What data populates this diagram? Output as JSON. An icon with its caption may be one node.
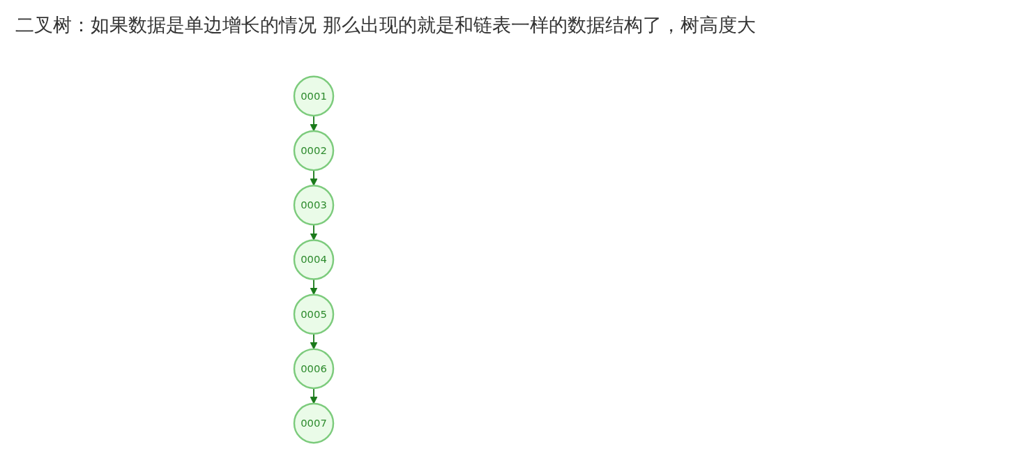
{
  "diagram": {
    "title": "二叉树：如果数据是单边增长的情况 那么出现的就是和链表一样的数据结构了，树高度大",
    "nodes": [
      {
        "text": [
          "0001"
        ]
      },
      {
        "text": [
          "0002"
        ]
      },
      {
        "text": [
          "0003"
        ]
      },
      {
        "text": [
          "0004"
        ]
      },
      {
        "text": [
          "0005"
        ]
      },
      {
        "text": [
          "0006"
        ]
      },
      {
        "text": [
          "0007"
        ]
      }
    ],
    "edges": [
      {
        "from": 0,
        "to": 1,
        "arrow": "to"
      },
      {
        "from": 1,
        "to": 2,
        "arrow": "to"
      },
      {
        "from": 2,
        "to": 3,
        "arrow": "to"
      },
      {
        "from": 3,
        "to": 4,
        "arrow": "to"
      },
      {
        "from": 4,
        "to": 5,
        "arrow": "to"
      },
      {
        "from": 5,
        "to": 6,
        "arrow": "to"
      }
    ]
  }
}
